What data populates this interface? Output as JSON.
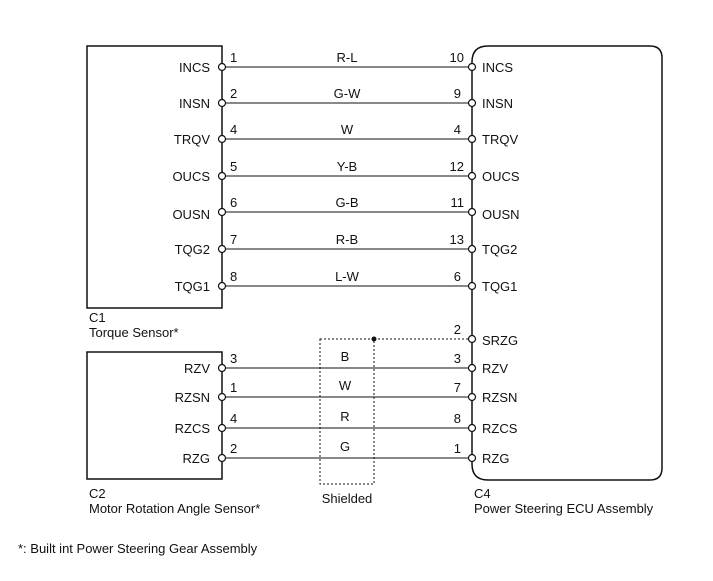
{
  "left_top_box": {
    "connector": "C1",
    "name": "Torque Sensor*",
    "pins": [
      {
        "num": "1",
        "label": "INCS"
      },
      {
        "num": "2",
        "label": "INSN"
      },
      {
        "num": "4",
        "label": "TRQV"
      },
      {
        "num": "5",
        "label": "OUCS"
      },
      {
        "num": "6",
        "label": "OUSN"
      },
      {
        "num": "7",
        "label": "TQG2"
      },
      {
        "num": "8",
        "label": "TQG1"
      }
    ]
  },
  "left_bottom_box": {
    "connector": "C2",
    "name": "Motor Rotation Angle Sensor*",
    "pins": [
      {
        "num": "3",
        "label": "RZV"
      },
      {
        "num": "1",
        "label": "RZSN"
      },
      {
        "num": "4",
        "label": "RZCS"
      },
      {
        "num": "2",
        "label": "RZG"
      }
    ]
  },
  "right_box": {
    "connector": "C4",
    "name": "Power Steering ECU Assembly",
    "pins": [
      {
        "num": "10",
        "label": "INCS"
      },
      {
        "num": "9",
        "label": "INSN"
      },
      {
        "num": "4",
        "label": "TRQV"
      },
      {
        "num": "12",
        "label": "OUCS"
      },
      {
        "num": "11",
        "label": "OUSN"
      },
      {
        "num": "13",
        "label": "TQG2"
      },
      {
        "num": "6",
        "label": "TQG1"
      },
      {
        "num": "2",
        "label": "SRZG"
      },
      {
        "num": "3",
        "label": "RZV"
      },
      {
        "num": "7",
        "label": "RZSN"
      },
      {
        "num": "8",
        "label": "RZCS"
      },
      {
        "num": "1",
        "label": "RZG"
      }
    ]
  },
  "wires": [
    "R-L",
    "G-W",
    "W",
    "Y-B",
    "G-B",
    "R-B",
    "L-W",
    "B",
    "W",
    "R",
    "G"
  ],
  "shield_label": "Shielded",
  "footnote": "*: Built int Power Steering Gear Assembly"
}
